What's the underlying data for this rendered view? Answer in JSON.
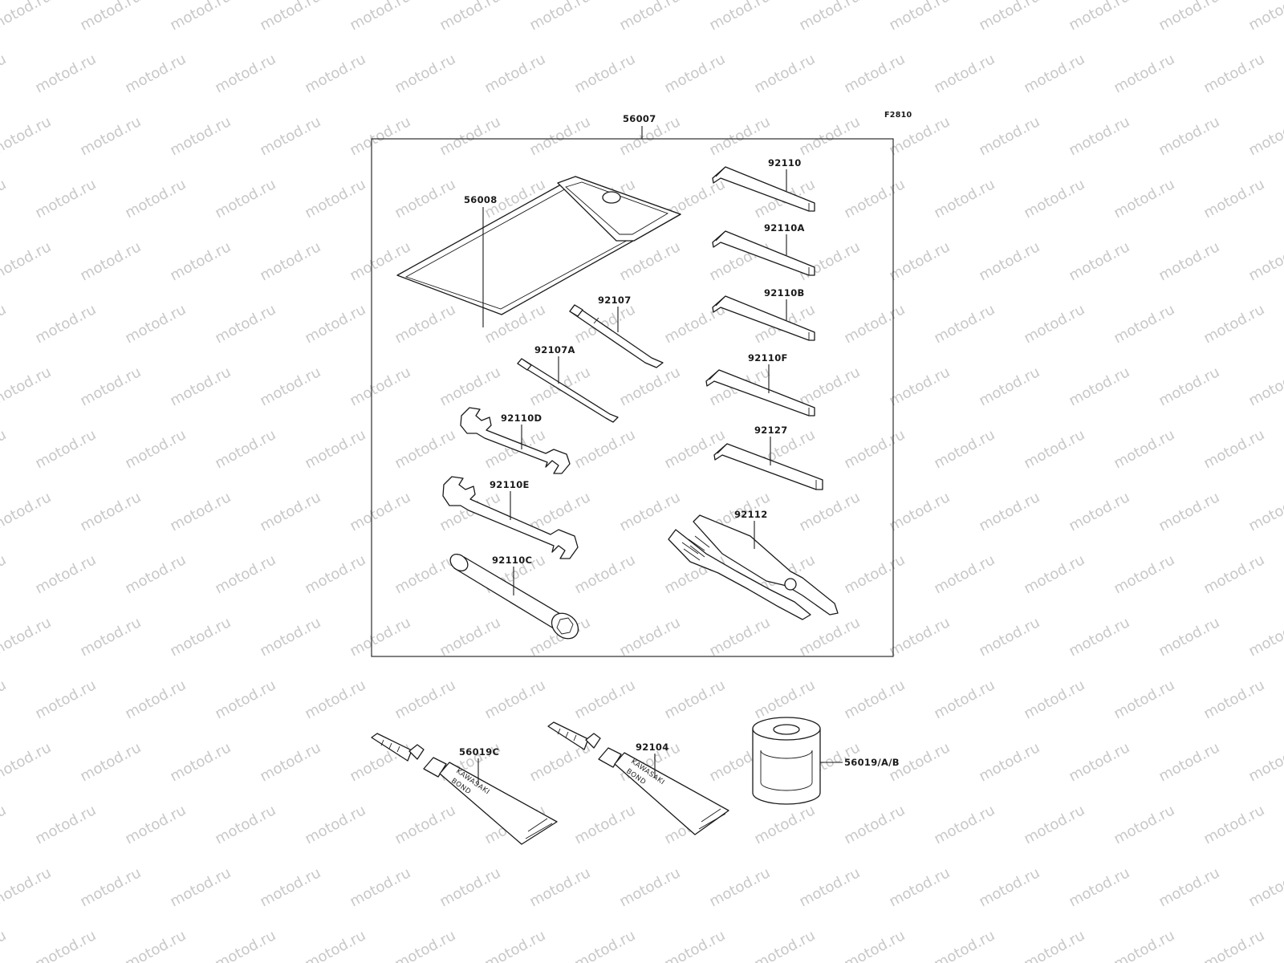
{
  "figure_code": "F2810",
  "watermark": "motod.ru",
  "kit_label": "56007",
  "parts": {
    "pouch": "56008",
    "hex_key_1": "92110",
    "hex_key_2": "92110A",
    "hex_key_3": "92110B",
    "hex_key_4": "92110F",
    "hex_key_5": "92127",
    "screwdriver": "92107",
    "screwdriver_a": "92107A",
    "wrench_small": "92110D",
    "wrench_large": "92110E",
    "box_spanner": "92110C",
    "pliers": "92112",
    "bond_tube_1": "56019C",
    "bond_tube_2": "92104",
    "canister": "56019/A/B"
  },
  "tube_text": {
    "line1": "KAWASAKI",
    "line2": "BOND"
  }
}
